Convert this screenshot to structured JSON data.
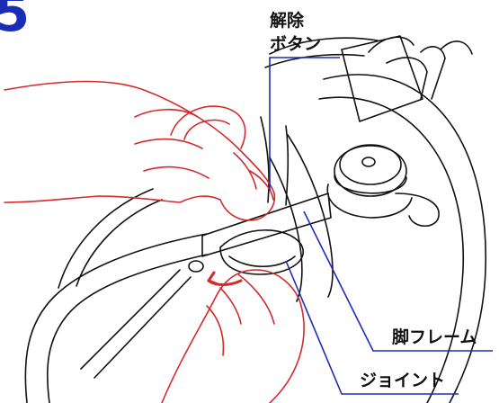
{
  "step_number": "5",
  "labels": {
    "release_button_line1": "解除",
    "release_button_line2": "ボタン",
    "leg_frame": "脚フレーム",
    "joint": "ジョイント"
  },
  "colors": {
    "step_number": "#1a2db5",
    "leader_lines": "#1a2db5",
    "hands": "#d42a2a",
    "arrow": "#d42a2a",
    "line_art": "#111111"
  }
}
